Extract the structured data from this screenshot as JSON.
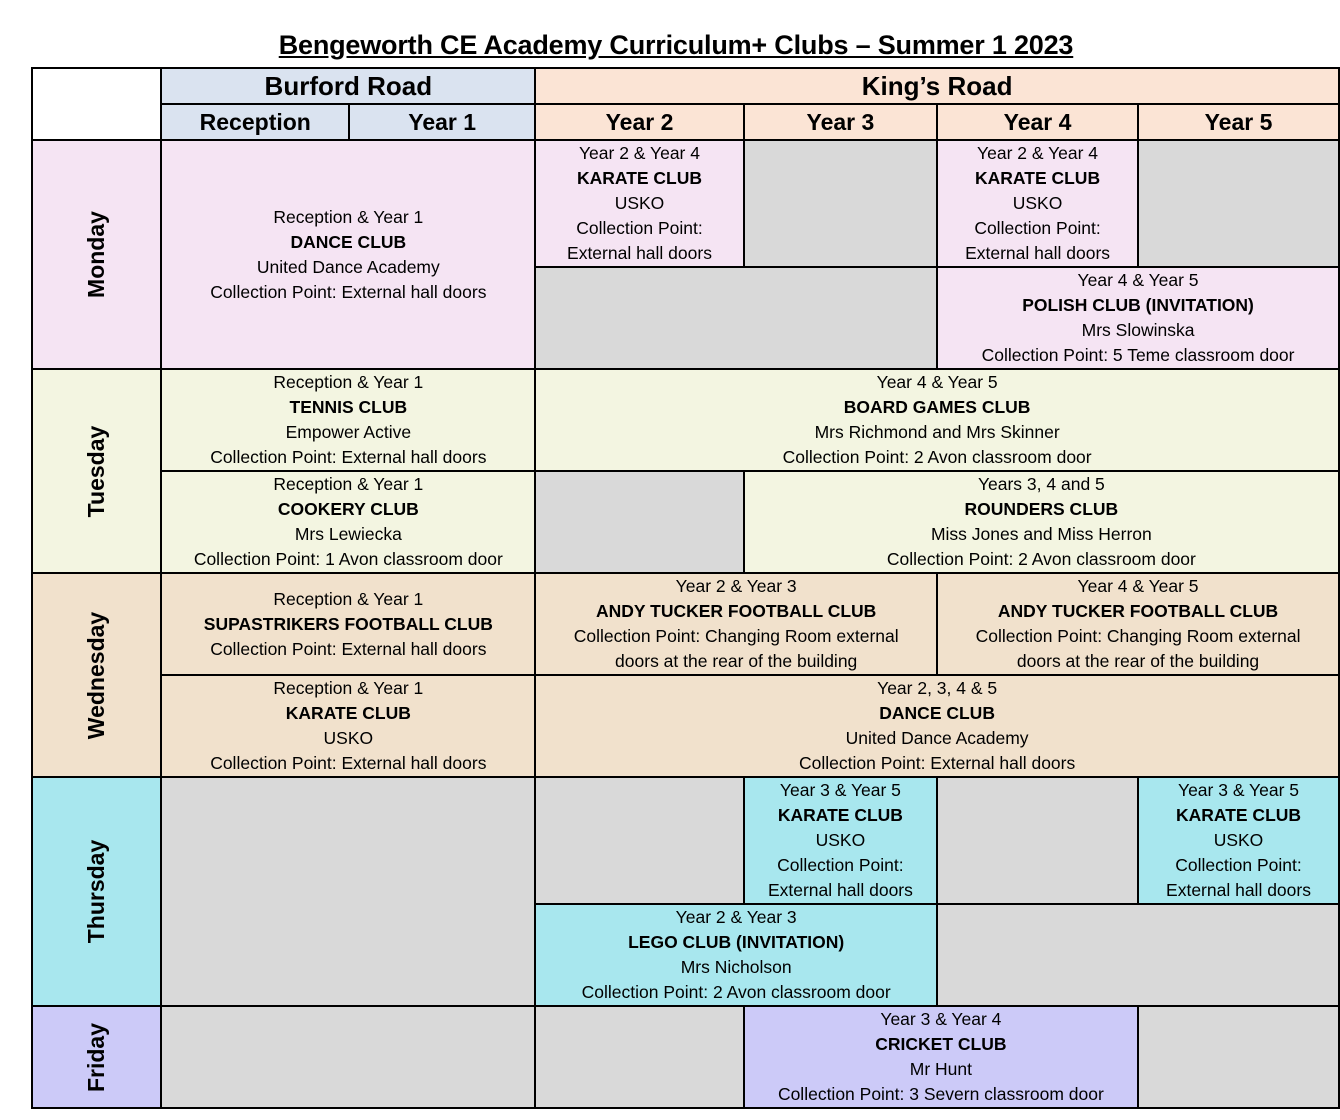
{
  "title": "Bengeworth CE Academy Curriculum+ Clubs – Summer 1 2023",
  "sites": {
    "burford": "Burford Road",
    "kings": "King’s Road"
  },
  "years": [
    "Reception",
    "Year 1",
    "Year 2",
    "Year 3",
    "Year 4",
    "Year 5"
  ],
  "days": {
    "monday": "Monday",
    "tuesday": "Tuesday",
    "wednesday": "Wednesday",
    "thursday": "Thursday",
    "friday": "Friday"
  },
  "colors": {
    "burford_header": "#dae3f0",
    "kings_header": "#fbe4d5",
    "monday": "#f5e4f3",
    "tuesday": "#f3f5e1",
    "wednesday": "#f1e1cc",
    "thursday": "#a8e7ee",
    "friday": "#cccaf8",
    "no_club": "#d9d9d9"
  },
  "clubs": {
    "mon_dance": {
      "years": "Reception & Year 1",
      "name": "DANCE CLUB",
      "provider": "United Dance Academy",
      "collection": "Collection Point: External hall doors"
    },
    "mon_karate_y2": {
      "years": "Year 2 & Year 4",
      "name": "KARATE CLUB",
      "provider": "USKO",
      "collection1": "Collection Point:",
      "collection2": "External hall doors"
    },
    "mon_karate_y4": {
      "years": "Year 2 & Year 4",
      "name": "KARATE CLUB",
      "provider": "USKO",
      "collection1": "Collection Point:",
      "collection2": "External hall doors"
    },
    "mon_polish": {
      "years": "Year 4 & Year 5",
      "name": "POLISH CLUB (INVITATION)",
      "provider": "Mrs Slowinska",
      "collection": "Collection Point: 5 Teme classroom door"
    },
    "tue_tennis": {
      "years": "Reception & Year 1",
      "name": "TENNIS CLUB",
      "provider": "Empower Active",
      "collection": "Collection Point: External hall doors"
    },
    "tue_board": {
      "years": "Year 4 & Year 5",
      "name": "BOARD GAMES CLUB",
      "provider": "Mrs Richmond and Mrs Skinner",
      "collection": "Collection Point: 2 Avon classroom door"
    },
    "tue_cookery": {
      "years": "Reception & Year 1",
      "name": "COOKERY CLUB",
      "provider": "Mrs Lewiecka",
      "collection": "Collection Point: 1 Avon classroom door"
    },
    "tue_rounders": {
      "years": "Years 3, 4 and 5",
      "name": "ROUNDERS CLUB",
      "provider": "Miss Jones and Miss Herron",
      "collection": "Collection Point: 2 Avon classroom door"
    },
    "wed_supa": {
      "years": "Reception & Year 1",
      "name": "SUPASTRIKERS FOOTBALL CLUB",
      "collection": "Collection Point: External hall doors"
    },
    "wed_andy_23": {
      "years": "Year 2 & Year 3",
      "name": "ANDY TUCKER FOOTBALL CLUB",
      "collection1": "Collection Point: Changing Room external",
      "collection2": "doors at the rear of the building"
    },
    "wed_andy_45": {
      "years": "Year 4 & Year 5",
      "name": "ANDY TUCKER FOOTBALL CLUB",
      "collection1": "Collection Point: Changing Room external",
      "collection2": "doors at the rear of the building"
    },
    "wed_karate": {
      "years": "Reception & Year 1",
      "name": "KARATE CLUB",
      "provider": "USKO",
      "collection": "Collection Point: External hall doors"
    },
    "wed_dance": {
      "years": "Year 2, 3, 4 & 5",
      "name": "DANCE CLUB",
      "provider": "United Dance Academy",
      "collection": "Collection Point: External hall doors"
    },
    "thu_karate_y3": {
      "years": "Year 3 & Year 5",
      "name": "KARATE CLUB",
      "provider": "USKO",
      "collection1": "Collection Point:",
      "collection2": "External hall doors"
    },
    "thu_karate_y5": {
      "years": "Year 3 & Year 5",
      "name": "KARATE CLUB",
      "provider": "USKO",
      "collection1": "Collection Point:",
      "collection2": "External hall doors"
    },
    "thu_lego": {
      "years": "Year 2 & Year 3",
      "name": "LEGO CLUB (INVITATION)",
      "provider": "Mrs Nicholson",
      "collection": "Collection Point: 2 Avon classroom door"
    },
    "fri_cricket": {
      "years": "Year 3 & Year 4",
      "name": "CRICKET CLUB",
      "provider": "Mr Hunt",
      "collection": "Collection Point: 3 Severn classroom door"
    }
  }
}
